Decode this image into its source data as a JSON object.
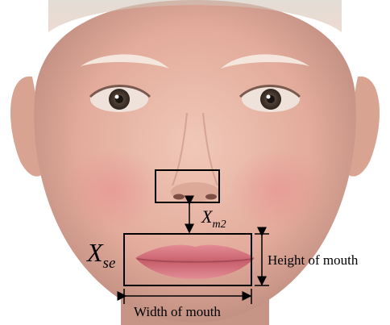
{
  "figure": {
    "face_image": "rendered-female-face",
    "labels": {
      "xse_main": "X",
      "xse_sub": "se",
      "xm2_main": "X",
      "xm2_sub": "m2",
      "height": "Height of mouth",
      "width": "Width of mouth"
    },
    "colors": {
      "background": "#ffffff",
      "skin": "#e8b8a8",
      "skin_shadow": "#c98f80",
      "hair": "#d8d2c8",
      "lips": "#d9727f",
      "eyes": "#4a3a30",
      "annotation": "#000000"
    }
  }
}
